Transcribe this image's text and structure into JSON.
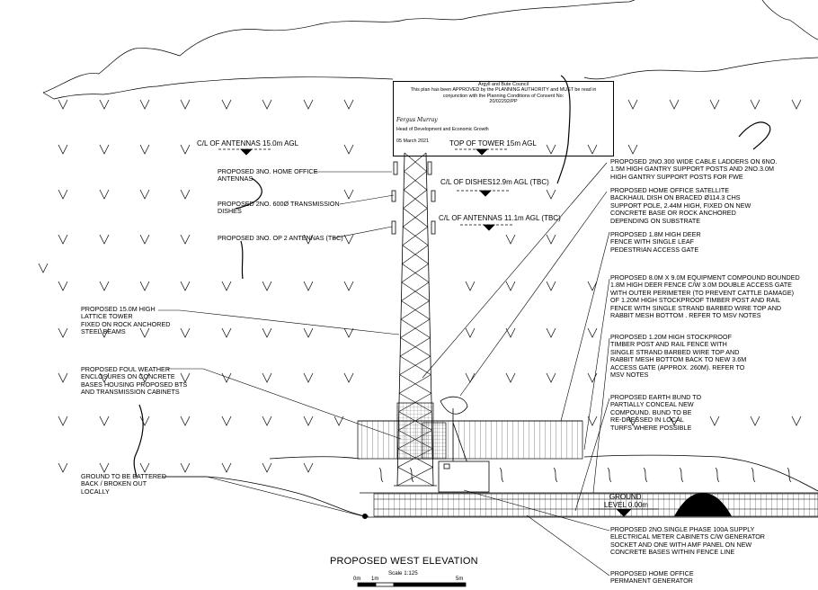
{
  "stamp": {
    "lines": [
      "Argyll and Bute Council",
      "This plan has been APPROVED by the PLANNING AUTHORITY and MUST be read in",
      "conjunction with the Planning Conditions of Consent No:",
      "20/02292/PP"
    ],
    "signature": "Fergus Murray",
    "signatory_title": "Head of Development and Economic Growth",
    "date": "05 March 2021"
  },
  "levels": {
    "antennas_15": "C/L OF ANTENNAS 15.0m AGL",
    "top_of_tower": "TOP OF TOWER 15m AGL",
    "dishes": "C/L OF DISHES12.9m AGL (TBC)",
    "antennas_11": "C/L OF ANTENNAS 11.1m AGL (TBC)",
    "ground_1": "GROUND",
    "ground_2": "LEVEL 0.00m"
  },
  "left_notes": {
    "home_office_antennas": [
      "PROPOSED 3No. HOME OFFICE",
      "ANTENNAS"
    ],
    "transmission_dishes": [
      "PROPOSED 2No. 600Ø TRANSMISSION",
      "DISHES"
    ],
    "op2_antennas": [
      "PROPOSED 3No. OP 2 ANTENNAS (TBC)"
    ],
    "lattice_tower": [
      "PROPOSED 15.0m HIGH",
      "LATTICE TOWER",
      "FIXED ON ROCK ANCHORED",
      "STEEL BEAMS"
    ],
    "enclosures": [
      "PROPOSED FOUL WEATHER",
      "ENCLOSURES ON CONCRETE",
      "BASES HOUSING PROPOSED BTS",
      "AND TRANSMISSION CABINETS"
    ],
    "ground_battered": [
      "GROUND TO BE BATTERED",
      "BACK / BROKEN OUT",
      "LOCALLY"
    ]
  },
  "right_notes": {
    "cable_ladders": [
      "PROPOSED 2No.300 WIDE CABLE LADDERS ON 6No.",
      "1.5m HIGH GANTRY SUPPORT POSTS AND 2No.3.0m",
      "HIGH GANTRY SUPPORT POSTS FOR FWE"
    ],
    "satellite_dish": [
      "PROPOSED HOME OFFICE SATELLITE",
      "BACKHAUL DISH ON BRACED Ø114.3 CHS",
      "SUPPORT POLE, 2.44m HIGH, FIXED ON NEW",
      "CONCRETE BASE or ROCK ANCHORED",
      "DEPENDING ON SUBSTRATE"
    ],
    "deer_fence": [
      "PROPOSED 1.8m HIGH DEER",
      "FENCE WITH SINGLE LEAF",
      "PEDESTRIAN ACCESS GATE"
    ],
    "compound": [
      "PROPOSED 8.0m x 9.0m EQUIPMENT COMPOUND BOUNDED",
      "1.8m HIGH DEER FENCE C/W 3.0m DOUBLE ACCESS GATE",
      "WITH OUTER PERIMETER (TO PREVENT CATTLE DAMAGE)",
      "OF 1.20m HIGH STOCKPROOF TIMBER POST AND RAIL",
      "FENCE WITH SINGLE STRAND BARBED WIRE TOP AND",
      "RABBIT MESH BOTTOM . REFER TO MSV NOTES"
    ],
    "stockproof_fence": [
      "PROPOSED 1.20m HIGH STOCKPROOF",
      "TIMBER POST AND RAIL FENCE WITH",
      "SINGLE STRAND BARBED WIRE TOP AND",
      "RABBIT MESH BOTTOM  BACK TO NEW 3.6m",
      "ACCESS GATE (APPROX. 260m). REFER TO",
      "MSV NOTES"
    ],
    "earth_bund": [
      "PROPOSED EARTH BUND TO",
      "PARTIALLY CONCEAL NEW",
      "COMPOUND. BUND TO BE",
      "RE-DRESSED IN LOCAL",
      "TURFS WHERE POSSIBLE"
    ],
    "meter_cabinets": [
      "PROPOSED 2No.SINGLE PHASE 100A SUPPLY",
      "ELECTRICAL METER CABINETS C/W GENERATOR",
      "SOCKET AND ONE WITH AMF PANEL ON NEW",
      "CONCRETE BASES WITHIN FENCE LINE"
    ],
    "generator": [
      "PROPOSED HOME OFFICE",
      "PERMANENT GENERATOR"
    ]
  },
  "title": "PROPOSED WEST ELEVATION",
  "scale": {
    "label": "Scale 1:125",
    "ticks": [
      "0m",
      "1m",
      "5m"
    ]
  }
}
